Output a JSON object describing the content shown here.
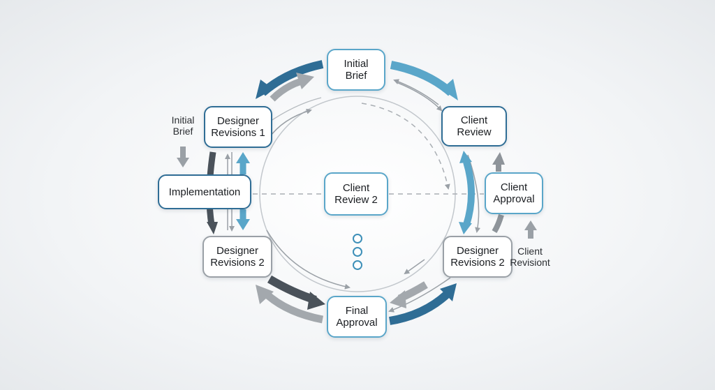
{
  "nodes": {
    "initial_brief": "Initial\nBrief",
    "client_review": "Client\nReview",
    "designer_revisions_1": "Designer\nRevisions 1",
    "implementation": "Implementation",
    "client_review_2": "Client\nReview 2",
    "client_approval": "Client\nApproval",
    "designer_revisions_2_left": "Designer\nRevisions 2",
    "designer_revisions_2_right": "Designer\nRevisions 2",
    "final_approval": "Final\nApproval"
  },
  "side_labels": {
    "initial_brief": "Initial\nBrief",
    "client_revision": "Client\nRevisiont"
  },
  "colors": {
    "dark_blue": "#2f6d95",
    "light_blue": "#5aa6c9",
    "dark_gray": "#4a525a",
    "light_gray": "#a3a8ad"
  }
}
